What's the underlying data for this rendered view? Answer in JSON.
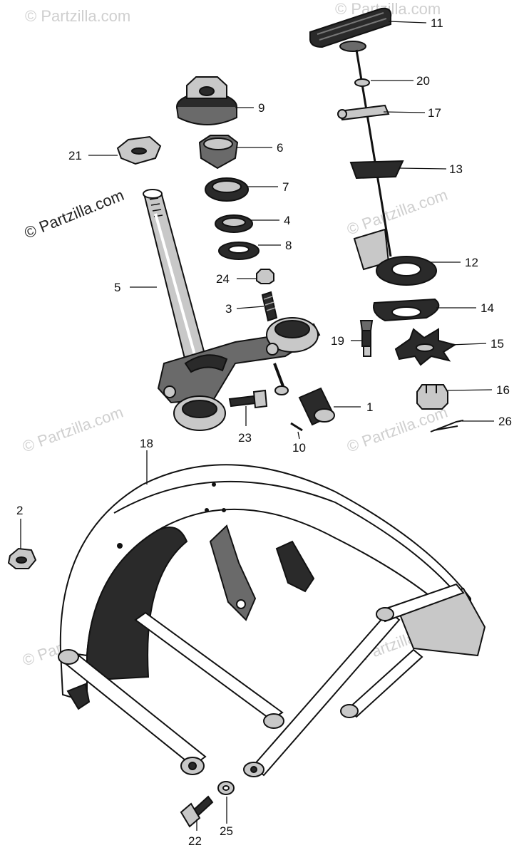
{
  "watermark": {
    "text": "© Partzilla.com",
    "copyright_text": "© Partzilla.com"
  },
  "callouts": [
    {
      "id": "1",
      "label": "1"
    },
    {
      "id": "2",
      "label": "2"
    },
    {
      "id": "3",
      "label": "3"
    },
    {
      "id": "4",
      "label": "4"
    },
    {
      "id": "5",
      "label": "5"
    },
    {
      "id": "6",
      "label": "6"
    },
    {
      "id": "7",
      "label": "7"
    },
    {
      "id": "8",
      "label": "8"
    },
    {
      "id": "9",
      "label": "9"
    },
    {
      "id": "10",
      "label": "10"
    },
    {
      "id": "11",
      "label": "11"
    },
    {
      "id": "12",
      "label": "12"
    },
    {
      "id": "13",
      "label": "13"
    },
    {
      "id": "14",
      "label": "14"
    },
    {
      "id": "15",
      "label": "15"
    },
    {
      "id": "16",
      "label": "16"
    },
    {
      "id": "17",
      "label": "17"
    },
    {
      "id": "18",
      "label": "18"
    },
    {
      "id": "19",
      "label": "19"
    },
    {
      "id": "20",
      "label": "20"
    },
    {
      "id": "21",
      "label": "21"
    },
    {
      "id": "22",
      "label": "22"
    },
    {
      "id": "23",
      "label": "23"
    },
    {
      "id": "24",
      "label": "24"
    },
    {
      "id": "25",
      "label": "25"
    },
    {
      "id": "26",
      "label": "26"
    }
  ]
}
